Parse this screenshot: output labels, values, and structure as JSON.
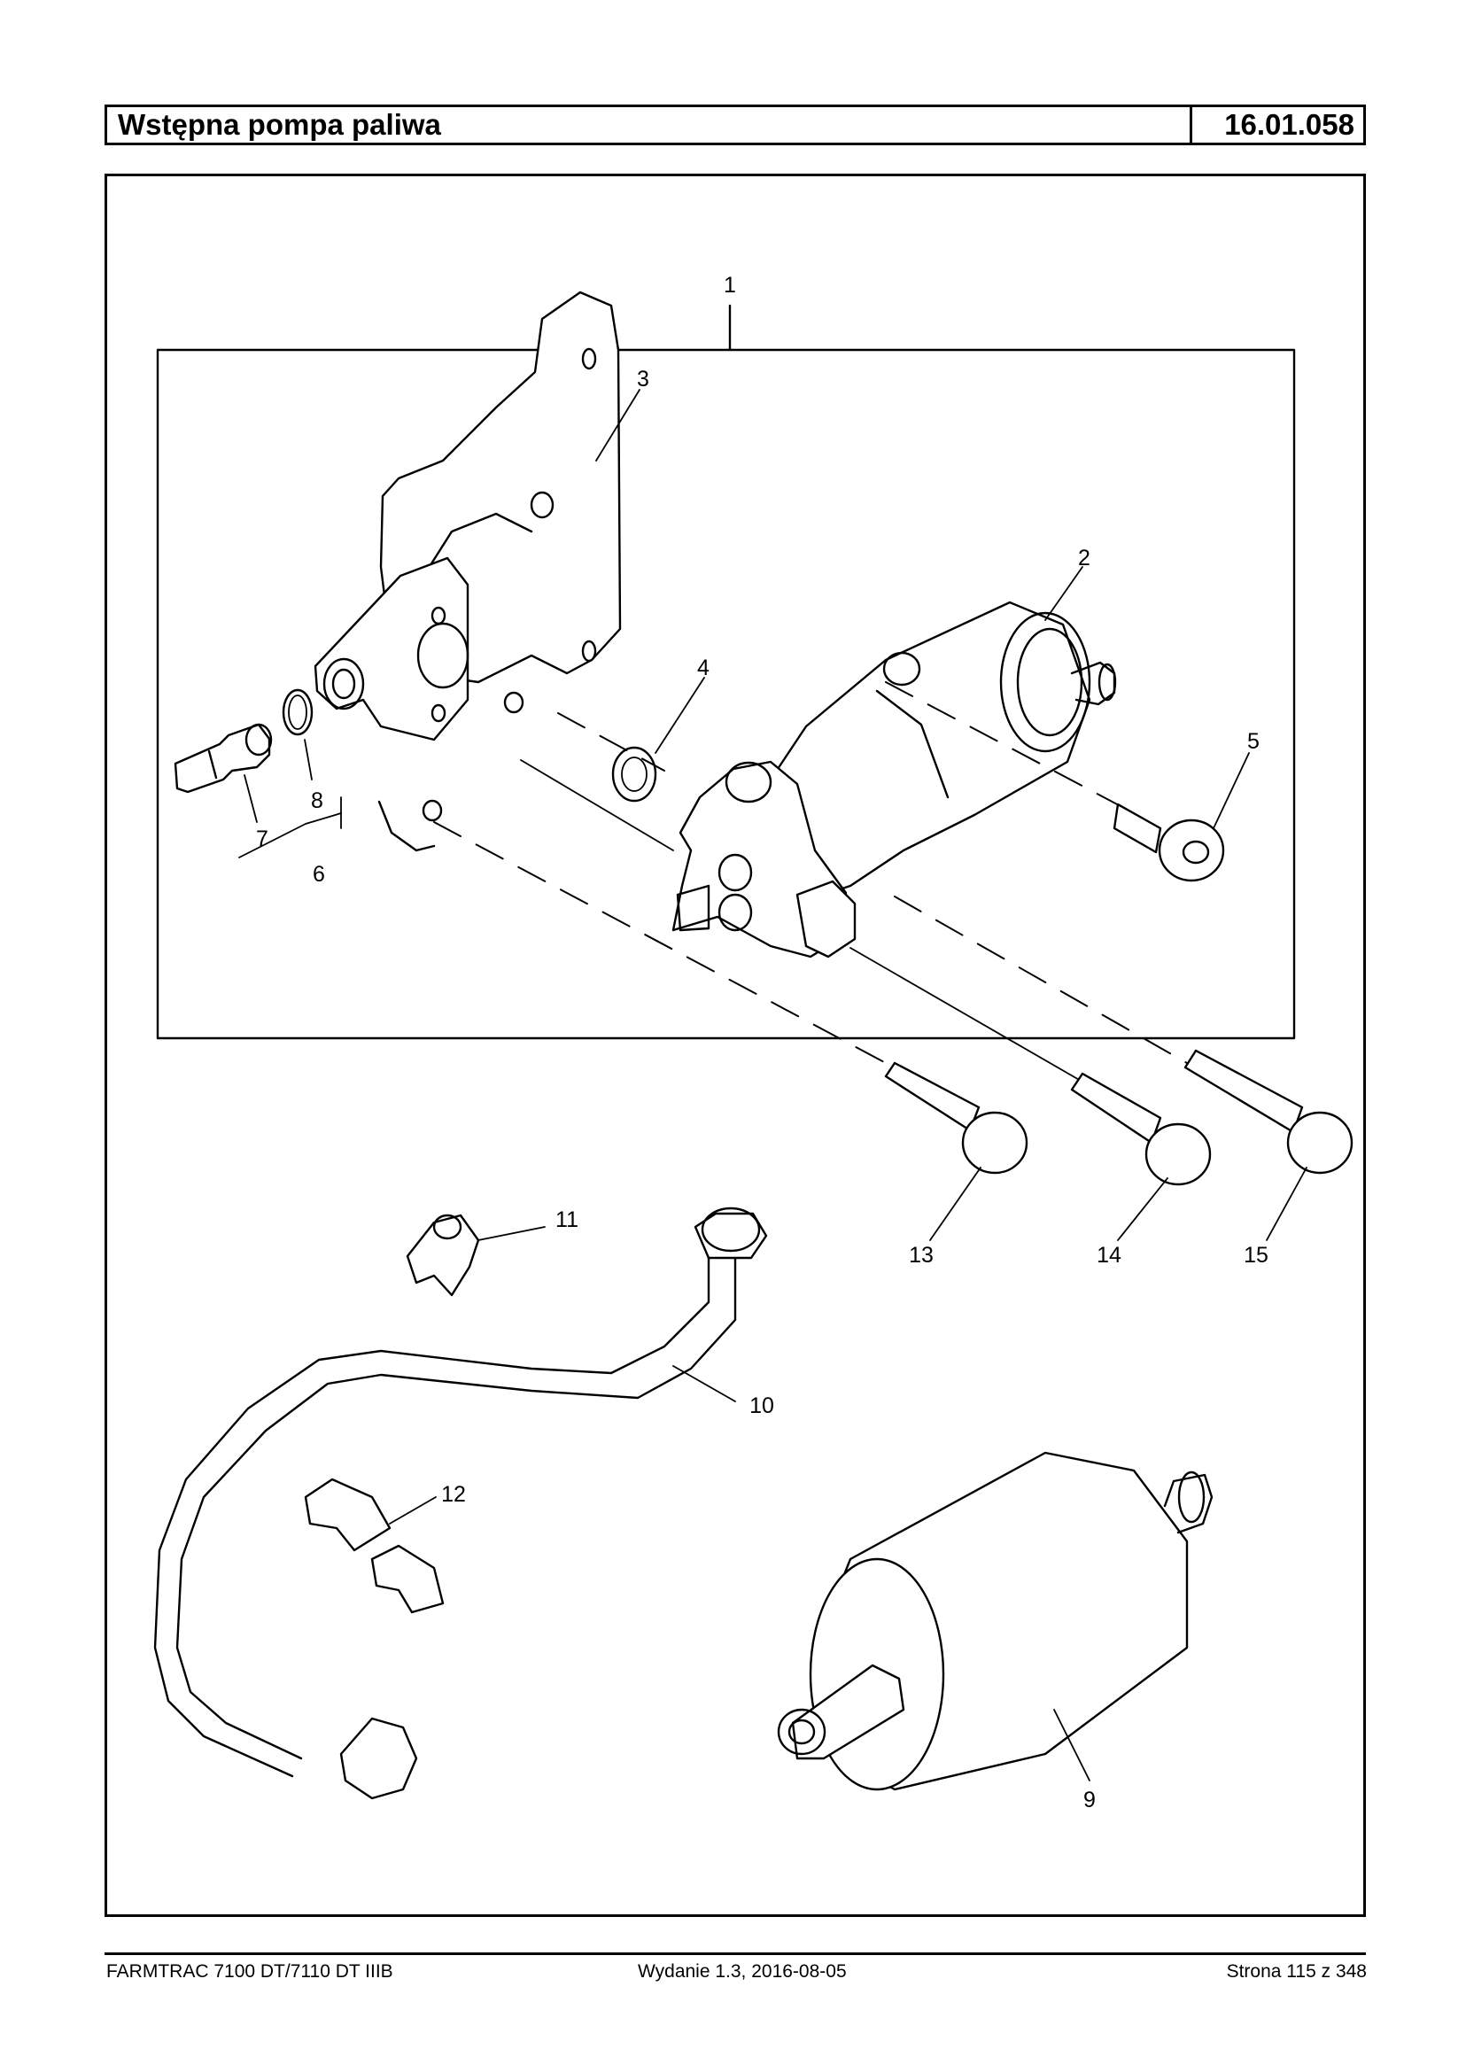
{
  "header": {
    "title": "Wstępna pompa paliwa",
    "code": "16.01.058"
  },
  "callouts": [
    "1",
    "2",
    "3",
    "4",
    "5",
    "6",
    "7",
    "8",
    "9",
    "10",
    "11",
    "12",
    "13",
    "14",
    "15"
  ],
  "footer": {
    "left": "FARMTRAC 7100 DT/7110 DT IIIB",
    "middle": "Wydanie 1.3,  2016-08-05",
    "right": "Strona 115 z 348"
  }
}
